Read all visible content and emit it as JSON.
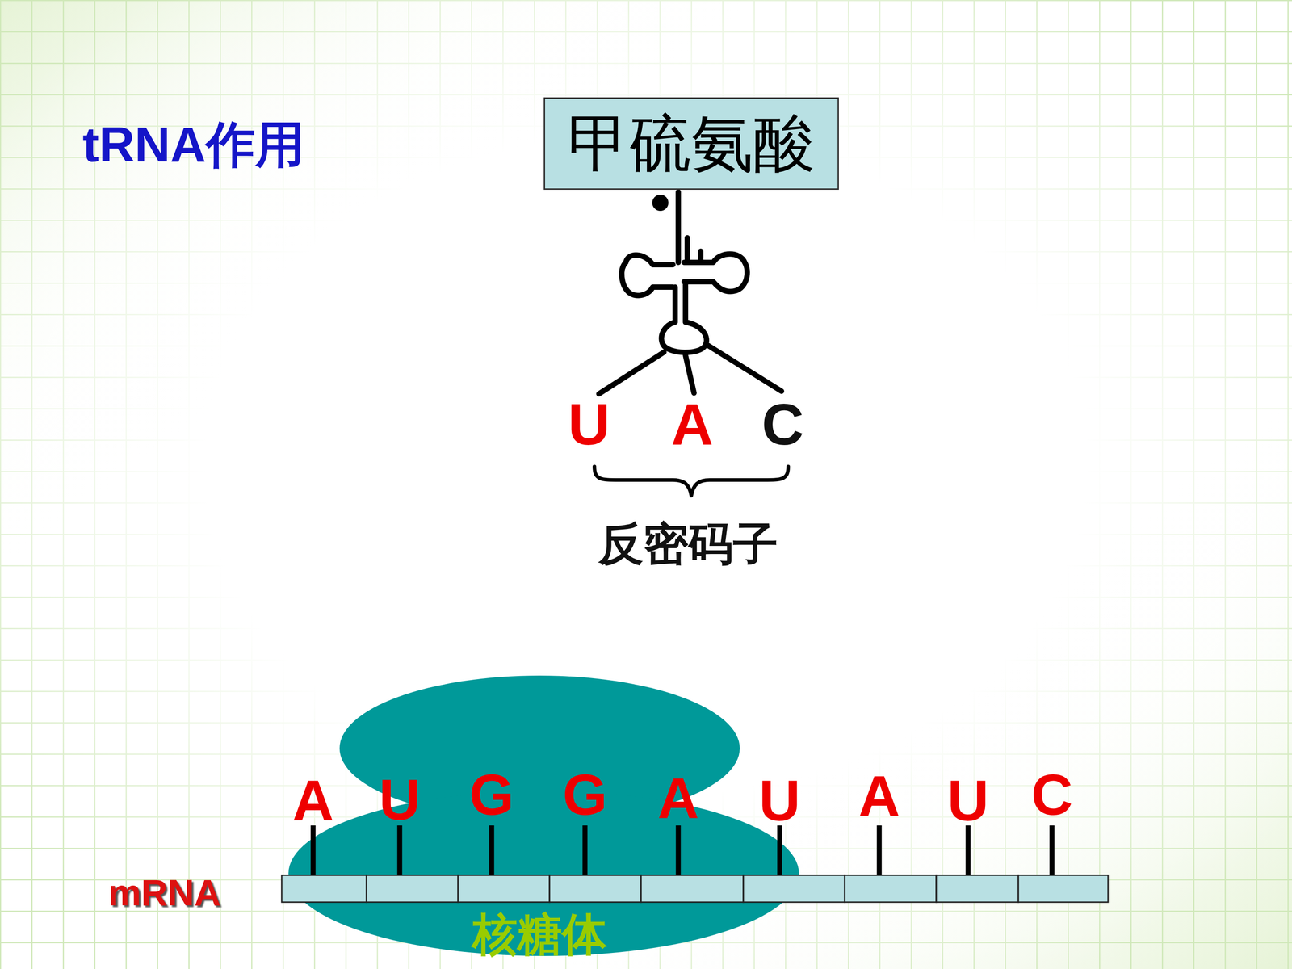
{
  "diagram": {
    "title": "tRNA作用",
    "nodes": [
      {
        "text": [
          "甲硫氨酸"
        ]
      },
      {
        "text": [
          "核糖体"
        ]
      }
    ],
    "labels": [
      "U",
      "A",
      "C",
      "反密码子",
      "A",
      "U",
      "G",
      "G",
      "A",
      "U",
      "A",
      "U",
      "C",
      "mRNA"
    ]
  }
}
